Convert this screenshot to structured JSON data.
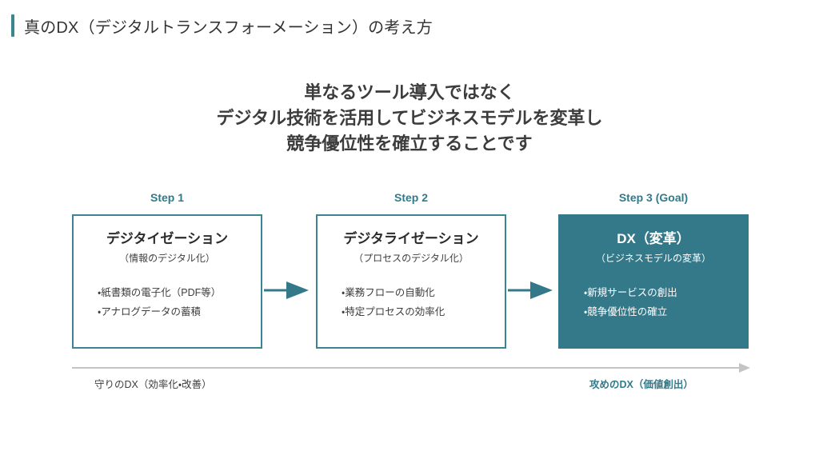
{
  "header": {
    "title": "真のDX（デジタルトランスフォーメーション）の考え方",
    "accent_color": "#3b8494"
  },
  "lead": {
    "lines": [
      "単なるツール導入ではなく",
      "デジタル技術を活用してビジネスモデルを変革し",
      "競争優位性を確立することです"
    ]
  },
  "flow": {
    "arrow_color": "#33798a",
    "steps": [
      {
        "label": "Step 1",
        "title": "デジタイゼーション",
        "subtitle": "（情報のデジタル化）",
        "bullets": [
          "・紙書類の電子化（PDF等）",
          "・アナログデータの蓄積"
        ],
        "highlighted": false
      },
      {
        "label": "Step 2",
        "title": "デジタライゼーション",
        "subtitle": "（プロセスのデジタル化）",
        "bullets": [
          "・業務フローの自動化",
          "・特定プロセスの効率化"
        ],
        "highlighted": false
      },
      {
        "label": "Step 3 (Goal)",
        "title": "DX（変革）",
        "subtitle": "（ビジネスモデルの変革）",
        "bullets": [
          "・新規サービスの創出",
          "・競争優位性の確立"
        ],
        "highlighted": true
      }
    ]
  },
  "axis": {
    "line_color": "#c4c4c4",
    "left_caption": "守りのDX（効率化・改善）",
    "right_caption": "攻めのDX（価値創出）",
    "right_caption_color": "#2f7b8c"
  }
}
